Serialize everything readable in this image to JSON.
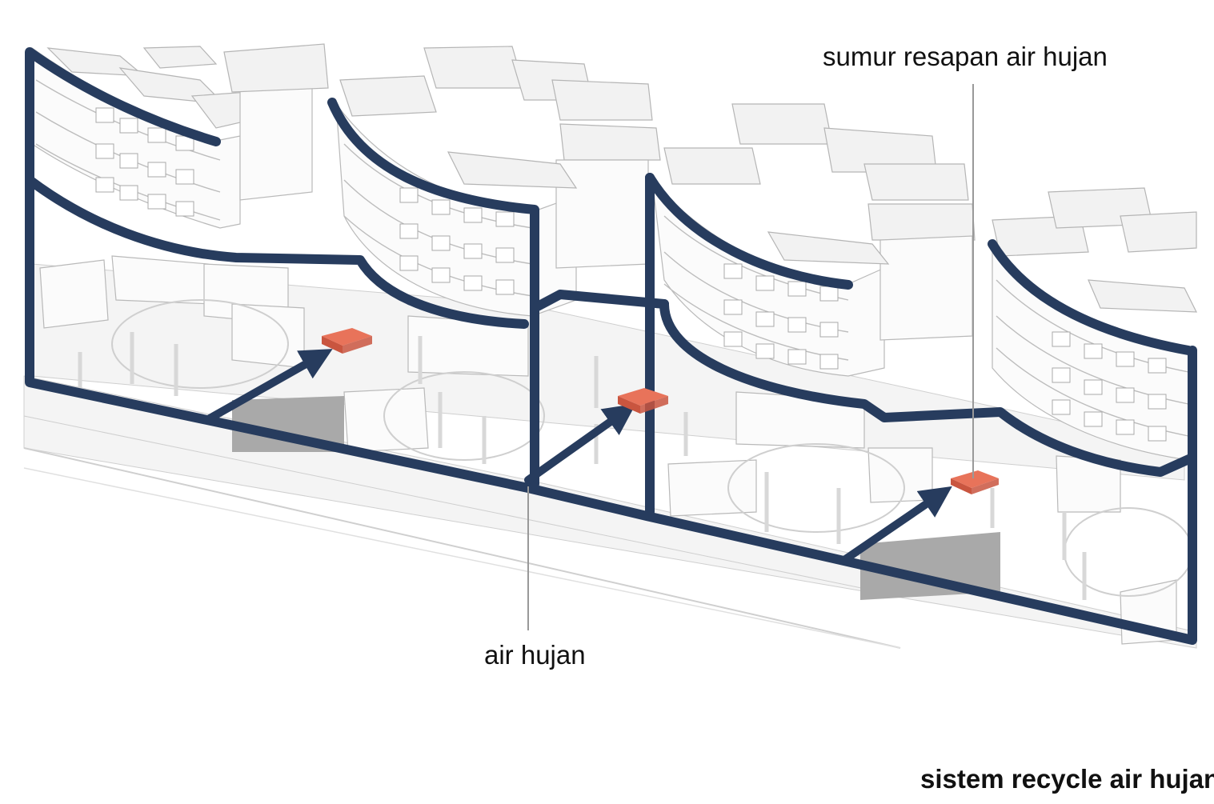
{
  "labels": {
    "infiltration_well": "sumur resapan air hujan",
    "rainwater": "air hujan",
    "title": "sistem recycle air hujan"
  },
  "colors": {
    "pipe": "#273c5e",
    "well": "#e8735a",
    "leader": "#999999"
  }
}
